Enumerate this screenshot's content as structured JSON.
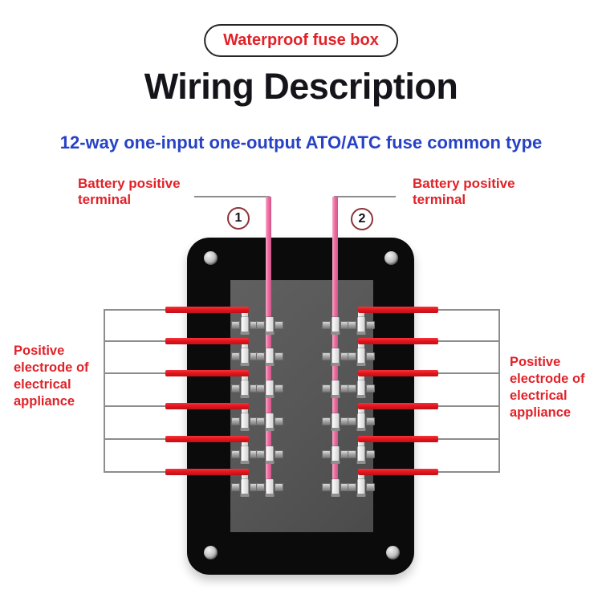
{
  "badge": {
    "label": "Waterproof fuse box"
  },
  "title": "Wiring Description",
  "subtitle": "12-way one-input one-output ATO/ATC fuse common type",
  "annotations": {
    "battery_left": "Battery positive terminal",
    "battery_right": "Battery positive terminal",
    "appliance_left": "Positive electrode of electrical appliance",
    "appliance_right": "Positive electrode of electrical appliance",
    "marker_1": "1",
    "marker_2": "2"
  },
  "fusebox": {
    "ways": 12,
    "rows": 6,
    "terminal_columns": 4,
    "screw_count": 4
  },
  "colors": {
    "accent_red": "#e02228",
    "wire_red": "#e8151d",
    "wire_pink": "#ee6fa1",
    "subtitle_blue": "#2742c5",
    "box_black": "#0b0b0b",
    "panel_gray": "#565656",
    "line_gray": "#8d8d8d"
  }
}
